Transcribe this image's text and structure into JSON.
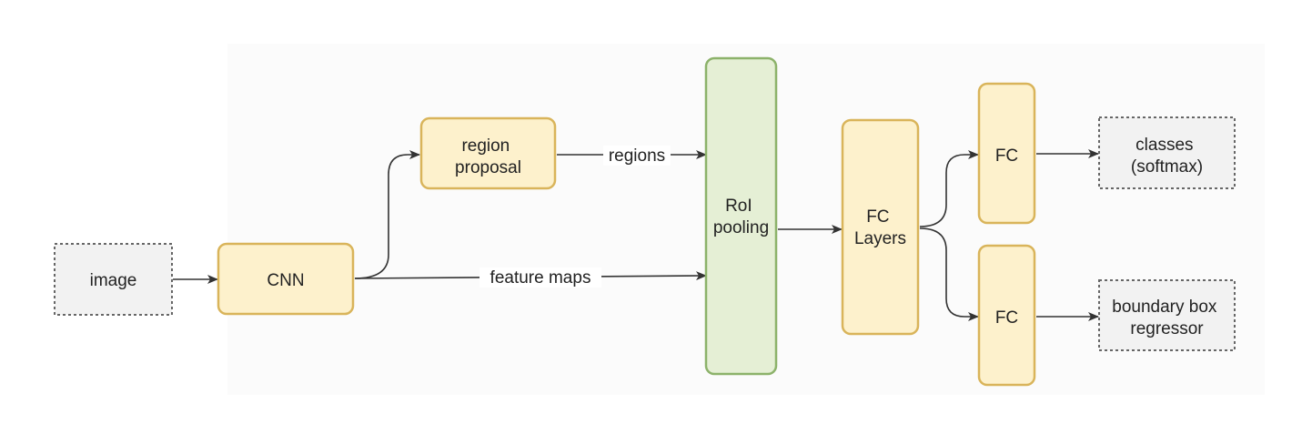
{
  "colors": {
    "io_fill": "#f2f2f2",
    "io_stroke": "#666666",
    "layer_fill": "#fdf1cc",
    "layer_stroke": "#d9b45a",
    "pool_fill": "#e5efd5",
    "pool_stroke": "#8cb26a",
    "edge": "#333333",
    "text": "#222222"
  },
  "nodes": {
    "image": {
      "lines": [
        "image"
      ]
    },
    "cnn": {
      "lines": [
        "CNN"
      ]
    },
    "region_proposal": {
      "lines": [
        "region",
        "proposal"
      ]
    },
    "roi_pooling": {
      "lines": [
        "RoI",
        "pooling"
      ]
    },
    "fc_layers": {
      "lines": [
        "FC",
        "Layers"
      ]
    },
    "fc_top": {
      "lines": [
        "FC"
      ]
    },
    "fc_bottom": {
      "lines": [
        "FC"
      ]
    },
    "classes": {
      "lines": [
        "classes",
        "(softmax)"
      ]
    },
    "bbox_regressor": {
      "lines": [
        "boundary box",
        "regressor"
      ]
    }
  },
  "edges": {
    "regions_label": "regions",
    "feature_maps_label": "feature maps"
  }
}
